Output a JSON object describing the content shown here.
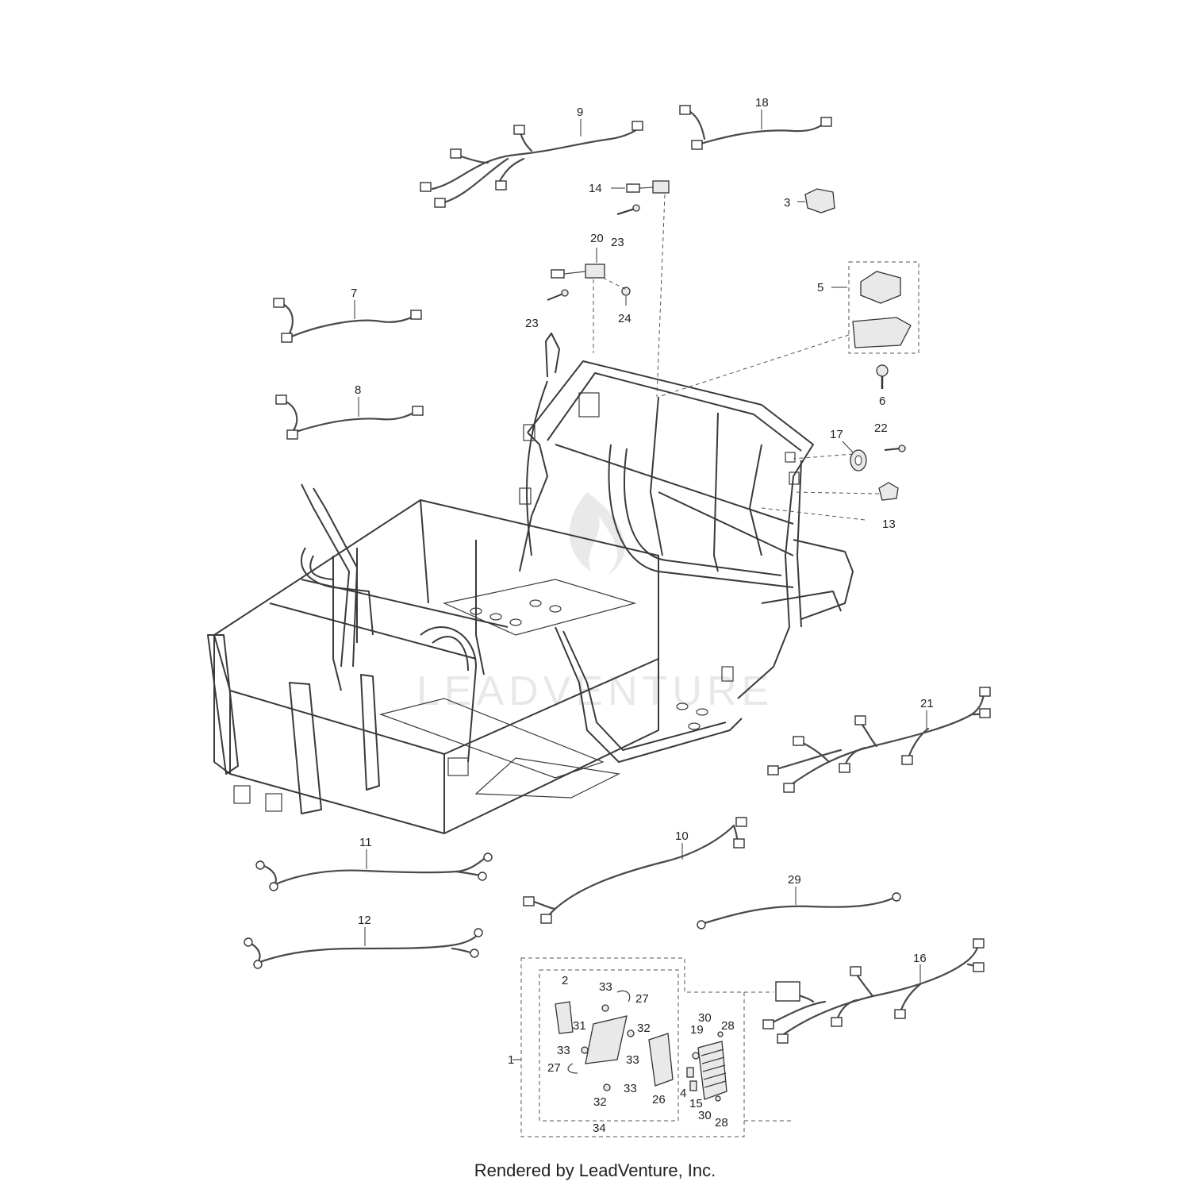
{
  "footer": {
    "text": "Rendered by LeadVenture, Inc."
  },
  "watermark": {
    "text": "LEADVENTURE"
  },
  "callouts": [
    {
      "id": "c1",
      "label": "1"
    },
    {
      "id": "c2",
      "label": "2"
    },
    {
      "id": "c3",
      "label": "3"
    },
    {
      "id": "c4",
      "label": "4"
    },
    {
      "id": "c5",
      "label": "5"
    },
    {
      "id": "c6",
      "label": "6"
    },
    {
      "id": "c7",
      "label": "7"
    },
    {
      "id": "c8",
      "label": "8"
    },
    {
      "id": "c9",
      "label": "9"
    },
    {
      "id": "c10",
      "label": "10"
    },
    {
      "id": "c11",
      "label": "11"
    },
    {
      "id": "c12",
      "label": "12"
    },
    {
      "id": "c13",
      "label": "13"
    },
    {
      "id": "c14",
      "label": "14"
    },
    {
      "id": "c15",
      "label": "15"
    },
    {
      "id": "c16",
      "label": "16"
    },
    {
      "id": "c17",
      "label": "17"
    },
    {
      "id": "c18",
      "label": "18"
    },
    {
      "id": "c19",
      "label": "19"
    },
    {
      "id": "c20",
      "label": "20"
    },
    {
      "id": "c21",
      "label": "21"
    },
    {
      "id": "c22",
      "label": "22"
    },
    {
      "id": "c23a",
      "label": "23"
    },
    {
      "id": "c23b",
      "label": "23"
    },
    {
      "id": "c24",
      "label": "24"
    },
    {
      "id": "c26",
      "label": "26"
    },
    {
      "id": "c27a",
      "label": "27"
    },
    {
      "id": "c27b",
      "label": "27"
    },
    {
      "id": "c28a",
      "label": "28"
    },
    {
      "id": "c28b",
      "label": "28"
    },
    {
      "id": "c29",
      "label": "29"
    },
    {
      "id": "c30a",
      "label": "30"
    },
    {
      "id": "c30b",
      "label": "30"
    },
    {
      "id": "c31",
      "label": "31"
    },
    {
      "id": "c32a",
      "label": "32"
    },
    {
      "id": "c32b",
      "label": "32"
    },
    {
      "id": "c33a",
      "label": "33"
    },
    {
      "id": "c33b",
      "label": "33"
    },
    {
      "id": "c33c",
      "label": "33"
    },
    {
      "id": "c33d",
      "label": "33"
    },
    {
      "id": "c34",
      "label": "34"
    }
  ]
}
